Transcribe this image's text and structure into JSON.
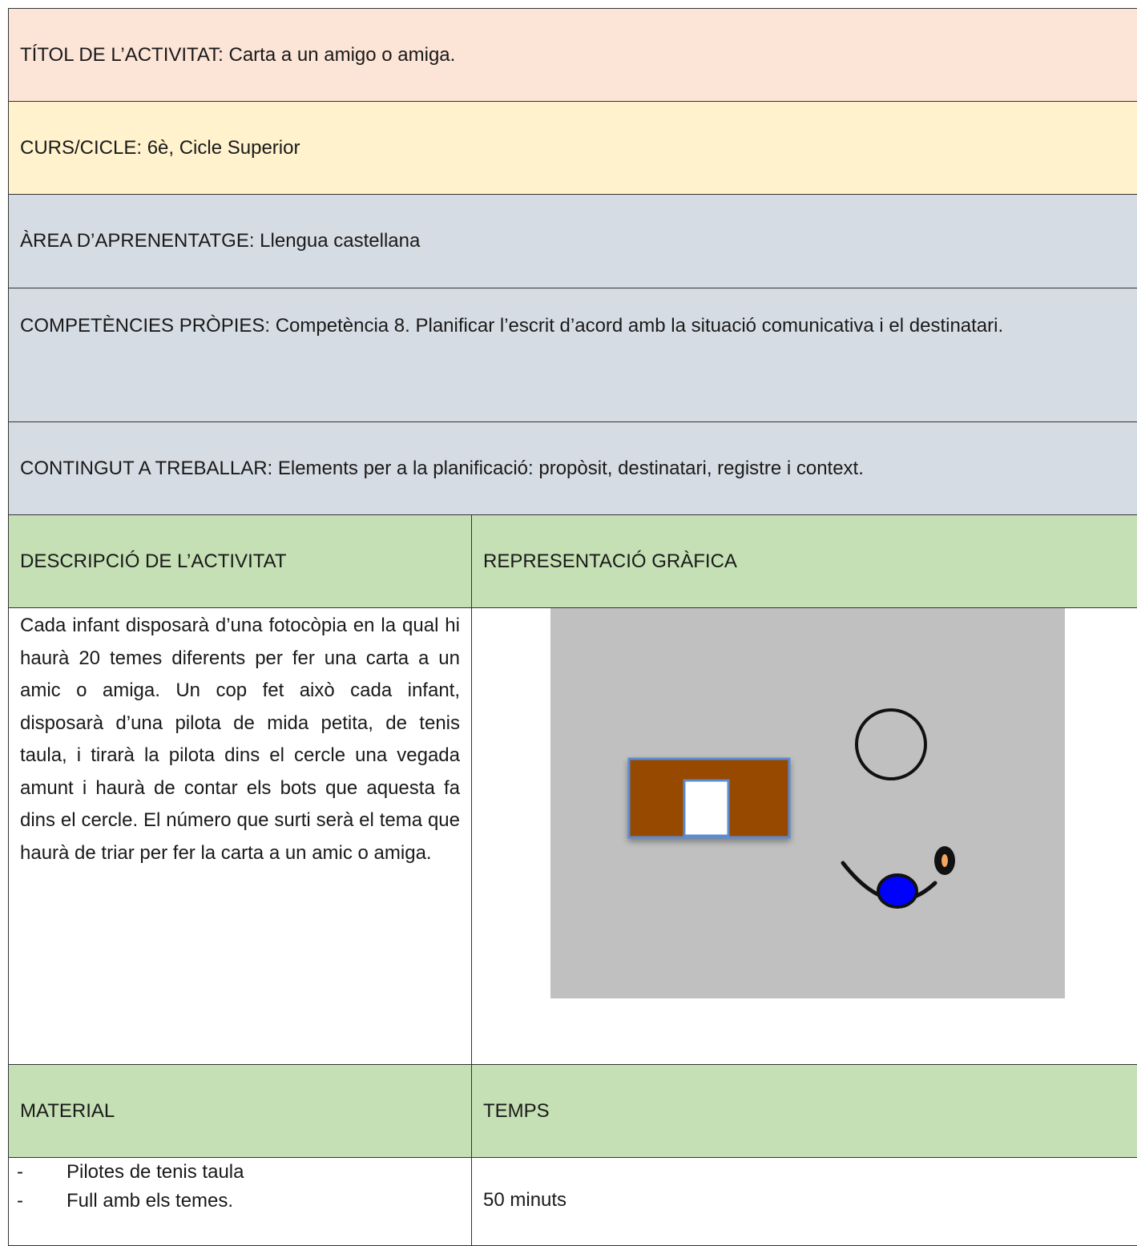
{
  "title_row": "TÍTOL DE L’ACTIVITAT: Carta a un amigo o amiga.",
  "course_row": "CURS/CICLE: 6è, Cicle Superior",
  "area_row": "ÀREA D’APRENENTATGE: Llengua castellana",
  "competencies_row": "COMPETÈNCIES PRÒPIES: Competència 8. Planificar l’escrit d’acord amb la situació comunicativa i el destinatari.",
  "content_row": "CONTINGUT A TREBALLAR: Elements per a la planificació: propòsit, destinatari, registre i context.",
  "description_header": "DESCRIPCIÓ DE L’ACTIVITAT",
  "graphic_header": "REPRESENTACIÓ GRÀFICA",
  "description_text": "Cada infant disposarà d’una fotocòpia en la qual hi haurà 20 temes diferents per fer una carta a un amic o amiga. Un cop fet això cada infant, disposarà d’una pilota de mida petita, de tenis taula, i tirarà la pilota dins el cercle una vegada amunt i haurà de contar els bots que aquesta fa dins el cercle. El número que surti serà el tema que haurà de triar per fer la carta a un amic o amiga.",
  "material_header": "MATERIAL",
  "time_header": "TEMPS",
  "material_items": [
    {
      "bullet": "-",
      "text": "Pilotes de tenis taula"
    },
    {
      "bullet": "-",
      "text": "Full amb els temes."
    }
  ],
  "time_value": "50 minuts",
  "colors": {
    "title_bg": "#fce4d6",
    "course_bg": "#fff2cc",
    "grey_bg": "#d6dce4",
    "green_bg": "#c5e0b4",
    "figure_bg": "#c0c0c0",
    "table_brown": "#974806",
    "ball_blue": "#0000ff"
  },
  "graphic_icons": [
    "table-icon",
    "hoop-icon",
    "player-icon"
  ]
}
